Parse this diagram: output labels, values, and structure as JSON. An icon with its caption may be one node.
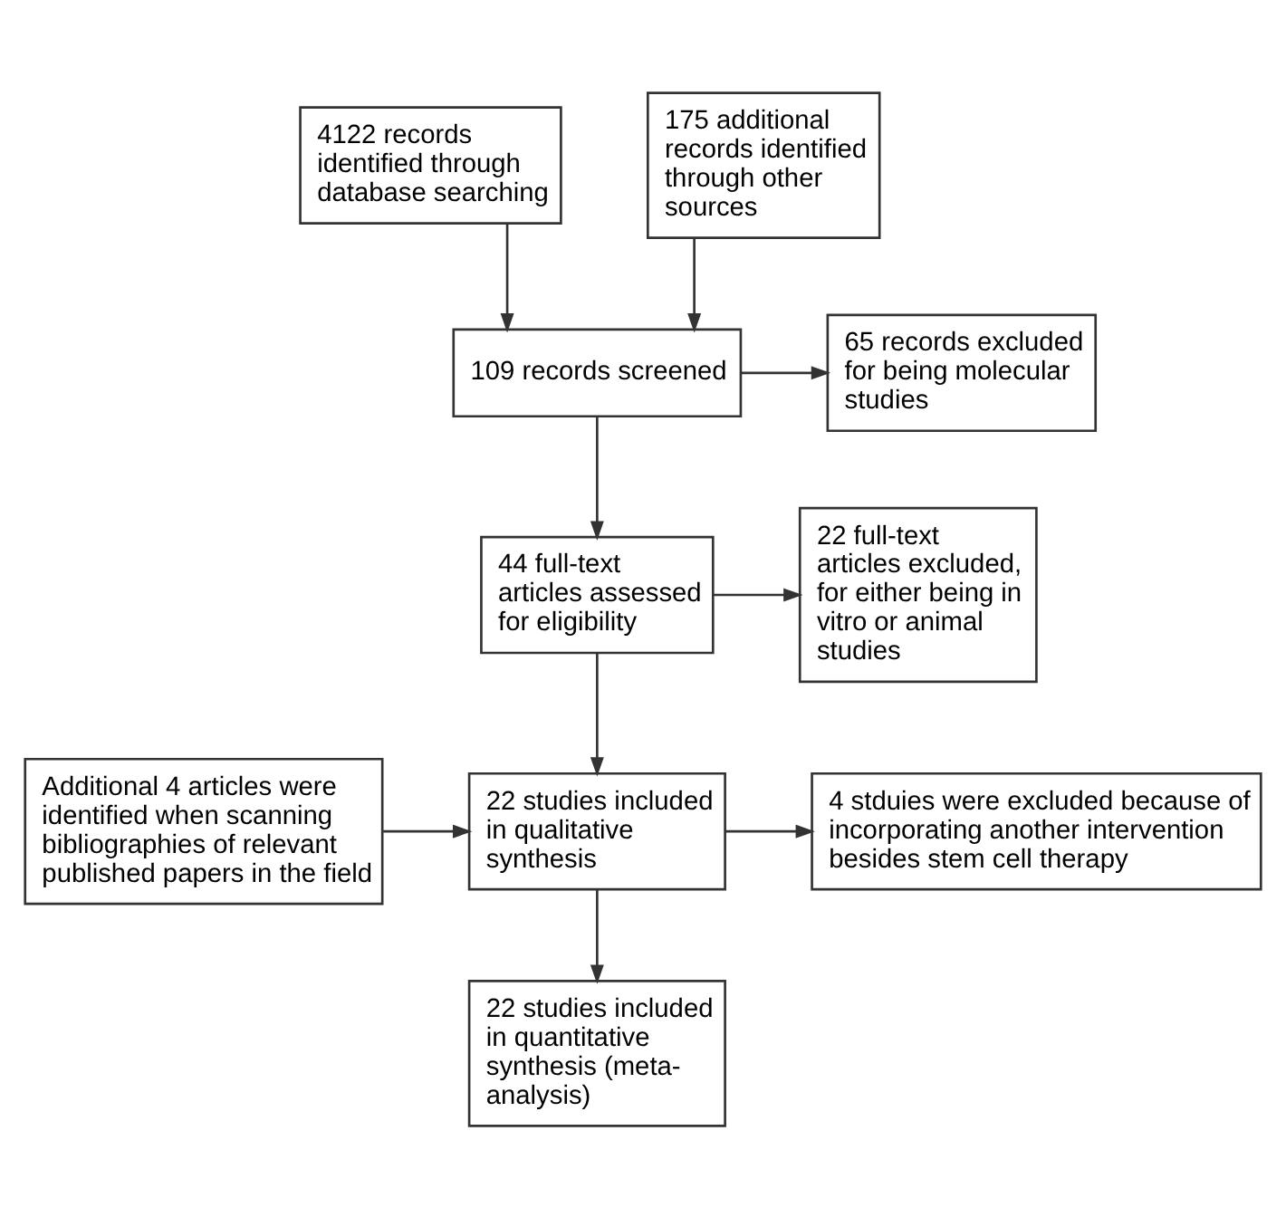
{
  "diagram": {
    "nodes": [
      {
        "text": [
          "4122 records identified through database searching"
        ]
      },
      {
        "text": [
          "175 additional records identified through other sources"
        ]
      },
      {
        "text": [
          "109 records screened"
        ]
      },
      {
        "text": [
          "65 records excluded for being molecular studies"
        ]
      },
      {
        "text": [
          "44 full-text articles assessed for eligibility"
        ]
      },
      {
        "text": [
          "22 full-text articles excluded, for either being in vitro or animal studies"
        ]
      },
      {
        "text": [
          "Additional 4 articles were identified when scanning bibliographies of relevant published papers in the field"
        ]
      },
      {
        "text": [
          "22 studies included in qualitative synthesis"
        ]
      },
      {
        "text": [
          "4 stduies were excluded because of incorporating another intervention besides stem cell therapy"
        ]
      },
      {
        "text": [
          "22 studies included in quantitative synthesis (meta-analysis)"
        ]
      }
    ],
    "edges": [
      {
        "from": 0,
        "to": 2,
        "arrow": "to"
      },
      {
        "from": 1,
        "to": 2,
        "arrow": "to"
      },
      {
        "from": 2,
        "to": 3,
        "arrow": "to"
      },
      {
        "from": 2,
        "to": 4,
        "arrow": "to"
      },
      {
        "from": 4,
        "to": 5,
        "arrow": "to"
      },
      {
        "from": 4,
        "to": 7,
        "arrow": "to"
      },
      {
        "from": 6,
        "to": 7,
        "arrow": "to"
      },
      {
        "from": 7,
        "to": 8,
        "arrow": "to"
      },
      {
        "from": 7,
        "to": 9,
        "arrow": "to"
      }
    ]
  }
}
